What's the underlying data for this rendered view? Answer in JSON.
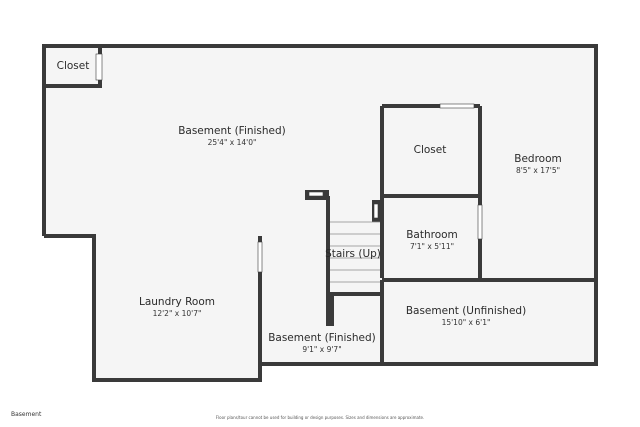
{
  "floor_label": "Basement",
  "disclaimer": "Floor plans/tour cannot be used for building or design purposes. Sizes and dimensions are approximate.",
  "colors": {
    "wall": "#3a3a3a",
    "floor": "#f5f5f5",
    "window": "#ffffff"
  },
  "rooms": {
    "closet_top_left": {
      "name": "Closet",
      "dims": ""
    },
    "basement_finished_main": {
      "name": "Basement (Finished)",
      "dims": "25'4\" x 14'0\""
    },
    "closet_right": {
      "name": "Closet",
      "dims": ""
    },
    "bedroom": {
      "name": "Bedroom",
      "dims": "8'5\" x 17'5\""
    },
    "bathroom": {
      "name": "Bathroom",
      "dims": "7'1\" x 5'11\""
    },
    "stairs": {
      "name": "Stairs (Up)",
      "dims": ""
    },
    "laundry": {
      "name": "Laundry Room",
      "dims": "12'2\" x 10'7\""
    },
    "basement_unfinished": {
      "name": "Basement (Unfinished)",
      "dims": "15'10\" x 6'1\""
    },
    "basement_finished_lower": {
      "name": "Basement (Finished)",
      "dims": "9'1\" x 9'7\""
    }
  }
}
